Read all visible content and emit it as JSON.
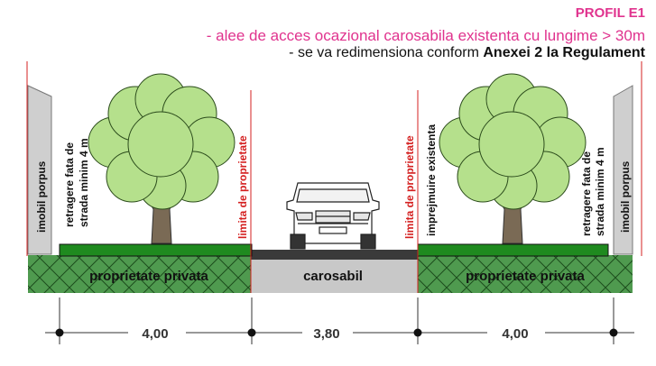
{
  "header": {
    "title": "PROFIL E1",
    "line1": "- alee de acces ocazional carosabila existenta cu lungime > 30m",
    "line2_prefix": "- se va redimensiona conform ",
    "line2_bold": "Anexei 2 la Regulament"
  },
  "labels": {
    "imobil_left": "imobil porpus",
    "imobil_right": "imobil porpus",
    "retragere_left_1": "retragere fata de",
    "retragere_left_2": "strada minim 4 m",
    "retragere_right_1": "retragere fata de",
    "retragere_right_2": "strada minim 4 m",
    "limita_left": "limita de proprietate",
    "limita_right": "limita de proprietate",
    "imprejmuire": "imprejmuire existenta"
  },
  "ground": {
    "private_left": "proprietate privata",
    "carriageway": "carosabil",
    "private_right": "proprietate privata"
  },
  "dimensions": [
    "4,00",
    "3,80",
    "4,00"
  ],
  "colors": {
    "accent_magenta": "#e0338e",
    "property_line_red": "#d42020",
    "grass_green": "#1f8a1f",
    "hatch_green": "#4f9a4f",
    "road_gray": "#c8c8c8",
    "tree_green": "#b5e08c"
  }
}
